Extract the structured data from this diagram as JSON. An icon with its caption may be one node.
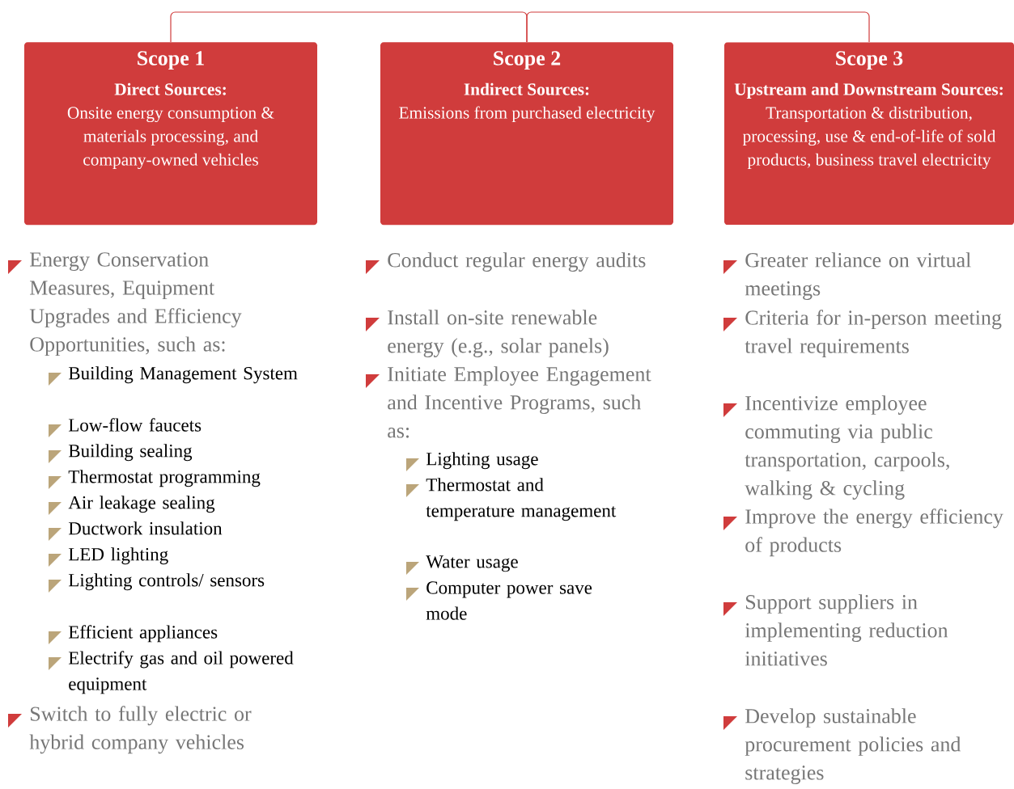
{
  "diagram": {
    "nodes": [
      {
        "text": [
          "Scope 1",
          "Direct Sources:",
          "Onsite energy consumption & materials processing, and company-owned vehicles"
        ]
      },
      {
        "text": [
          "Scope 2",
          "Indirect Sources:",
          "Emissions from purchased electricity"
        ]
      },
      {
        "text": [
          "Scope 3",
          "Upstream and Downstream Sources:",
          "Transportation & distribution, processing, use & end-of-life of sold products, business travel electricity"
        ]
      }
    ],
    "edges": [
      {
        "from": 0,
        "to": 1,
        "arrow": "none"
      },
      {
        "from": 1,
        "to": 2,
        "arrow": "none"
      }
    ],
    "labels": [
      "Energy Conservation Measures, Equipment Upgrades and Efficiency Opportunities, such as:",
      "Building Management System",
      "Low-flow faucets",
      "Building sealing",
      "Thermostat programming",
      "Air leakage sealing",
      "Ductwork insulation",
      "LED lighting",
      "Lighting controls/ sensors",
      "Efficient appliances",
      "Electrify gas and oil powered equipment",
      "Switch to fully electric or hybrid company vehicles",
      "Conduct regular energy audits",
      "Install on-site renewable energy (e.g., solar panels)",
      "Initiate Employee Engagement and Incentive Programs, such as:",
      "Lighting usage",
      "Thermostat and temperature management",
      "Water usage",
      "Computer power save mode",
      "Greater reliance on virtual meetings",
      "Criteria for in-person meeting travel requirements",
      "Incentivize employee commuting via public transportation, carpools, walking & cycling",
      "Improve the energy efficiency of products",
      "Support suppliers in implementing reduction initiatives",
      "Develop sustainable procurement policies and strategies"
    ]
  }
}
